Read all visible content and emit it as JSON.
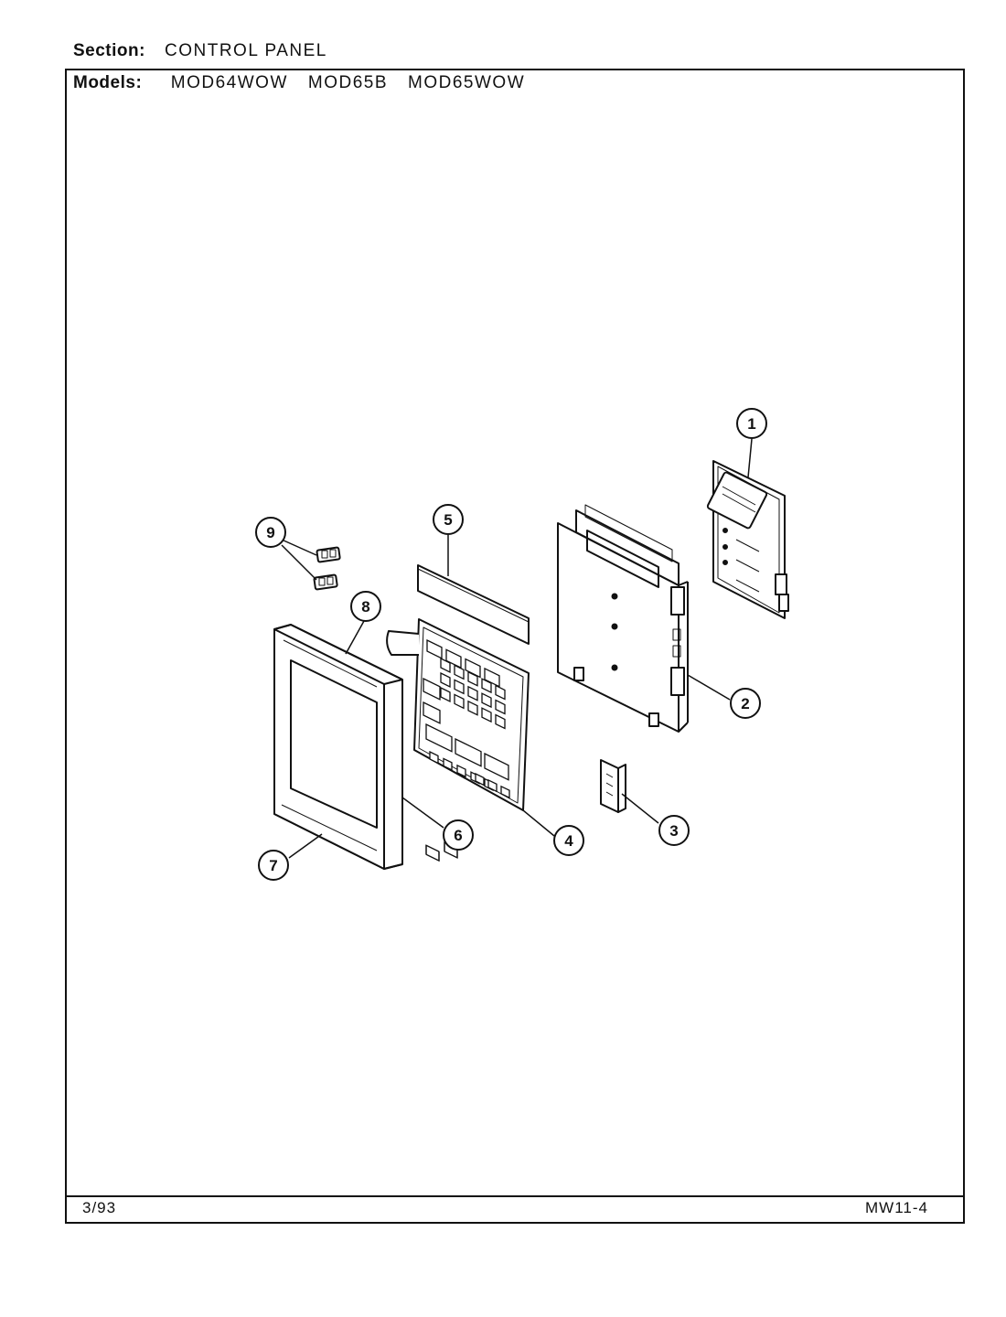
{
  "header": {
    "section_label": "Section:",
    "section_value": "CONTROL PANEL",
    "models_label": "Models:",
    "models": [
      "MOD64WOW",
      "MOD65B",
      "MOD65WOW"
    ]
  },
  "footer": {
    "date": "3/93",
    "page_code": "MW11-4"
  },
  "callouts": [
    "1",
    "2",
    "3",
    "4",
    "5",
    "6",
    "7",
    "8",
    "9"
  ]
}
